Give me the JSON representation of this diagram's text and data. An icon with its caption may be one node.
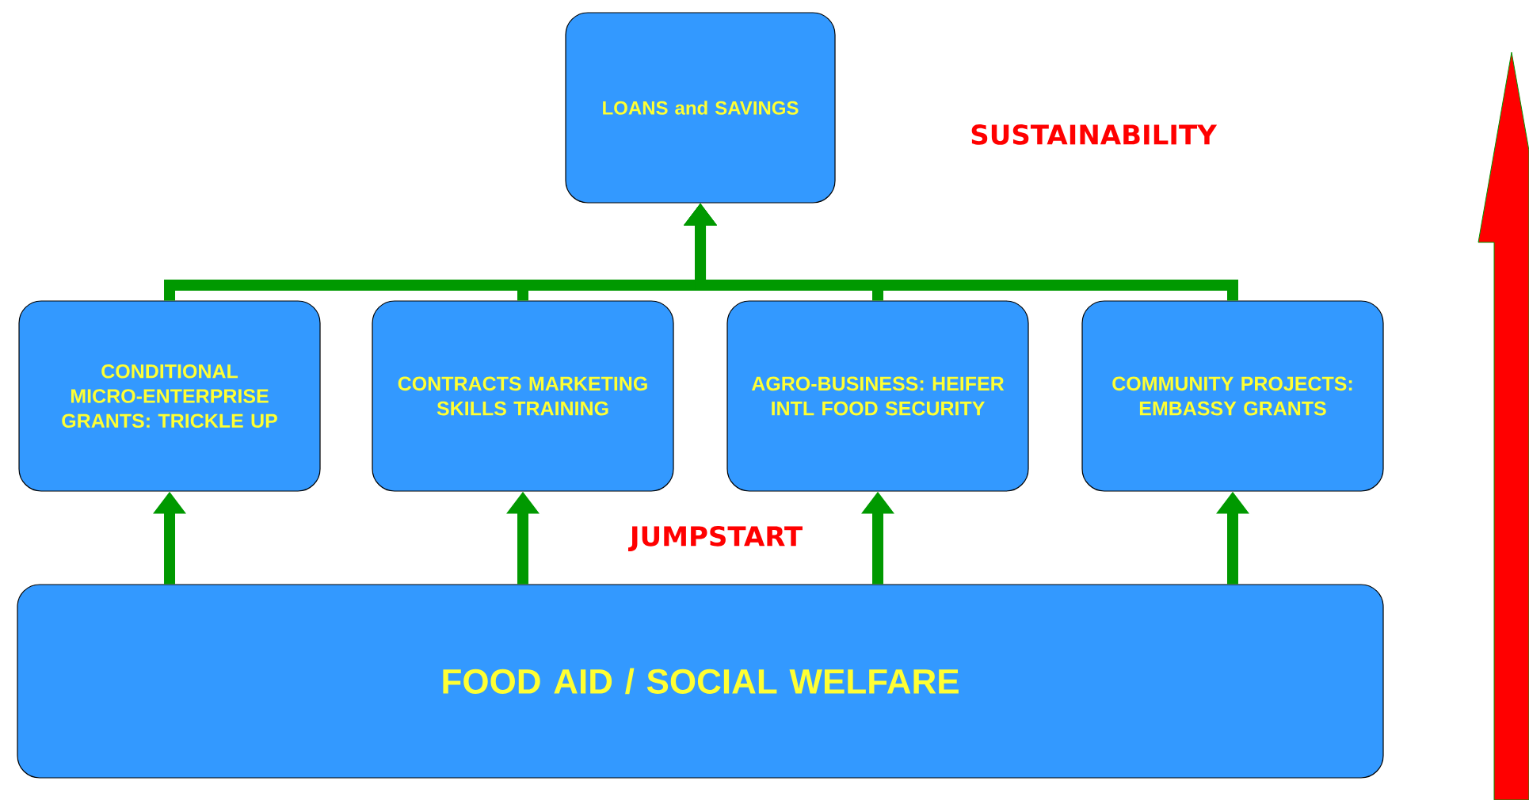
{
  "diagram": {
    "nodes": [
      {
        "text": [
          "LOANS and SAVINGS"
        ]
      },
      {
        "text": [
          "CONDITIONAL MICRO-ENTERPRISE GRANTS: TRICKLE UP"
        ]
      },
      {
        "text": [
          "CONTRACTS MARKETING SKILLS TRAINING"
        ]
      },
      {
        "text": [
          "AGRO-BUSINESS: HEIFER INTL FOOD SECURITY"
        ]
      },
      {
        "text": [
          "COMMUNITY PROJECTS: EMBASSY GRANTS"
        ]
      },
      {
        "text": [
          "FOOD AID / SOCIAL WELFARE"
        ]
      }
    ],
    "edges": [
      {
        "from": 5,
        "to": 1,
        "arrow": "to"
      },
      {
        "from": 5,
        "to": 2,
        "arrow": "to"
      },
      {
        "from": 5,
        "to": 3,
        "arrow": "to"
      },
      {
        "from": 5,
        "to": 4,
        "arrow": "to"
      },
      {
        "from": 1,
        "to": 0,
        "arrow": "to"
      },
      {
        "from": 2,
        "to": 0,
        "arrow": "to"
      },
      {
        "from": 3,
        "to": 0,
        "arrow": "to"
      },
      {
        "from": 4,
        "to": 0,
        "arrow": "to"
      }
    ],
    "labels": [
      "SUSTAINABILITY",
      "JUMPSTART"
    ]
  }
}
